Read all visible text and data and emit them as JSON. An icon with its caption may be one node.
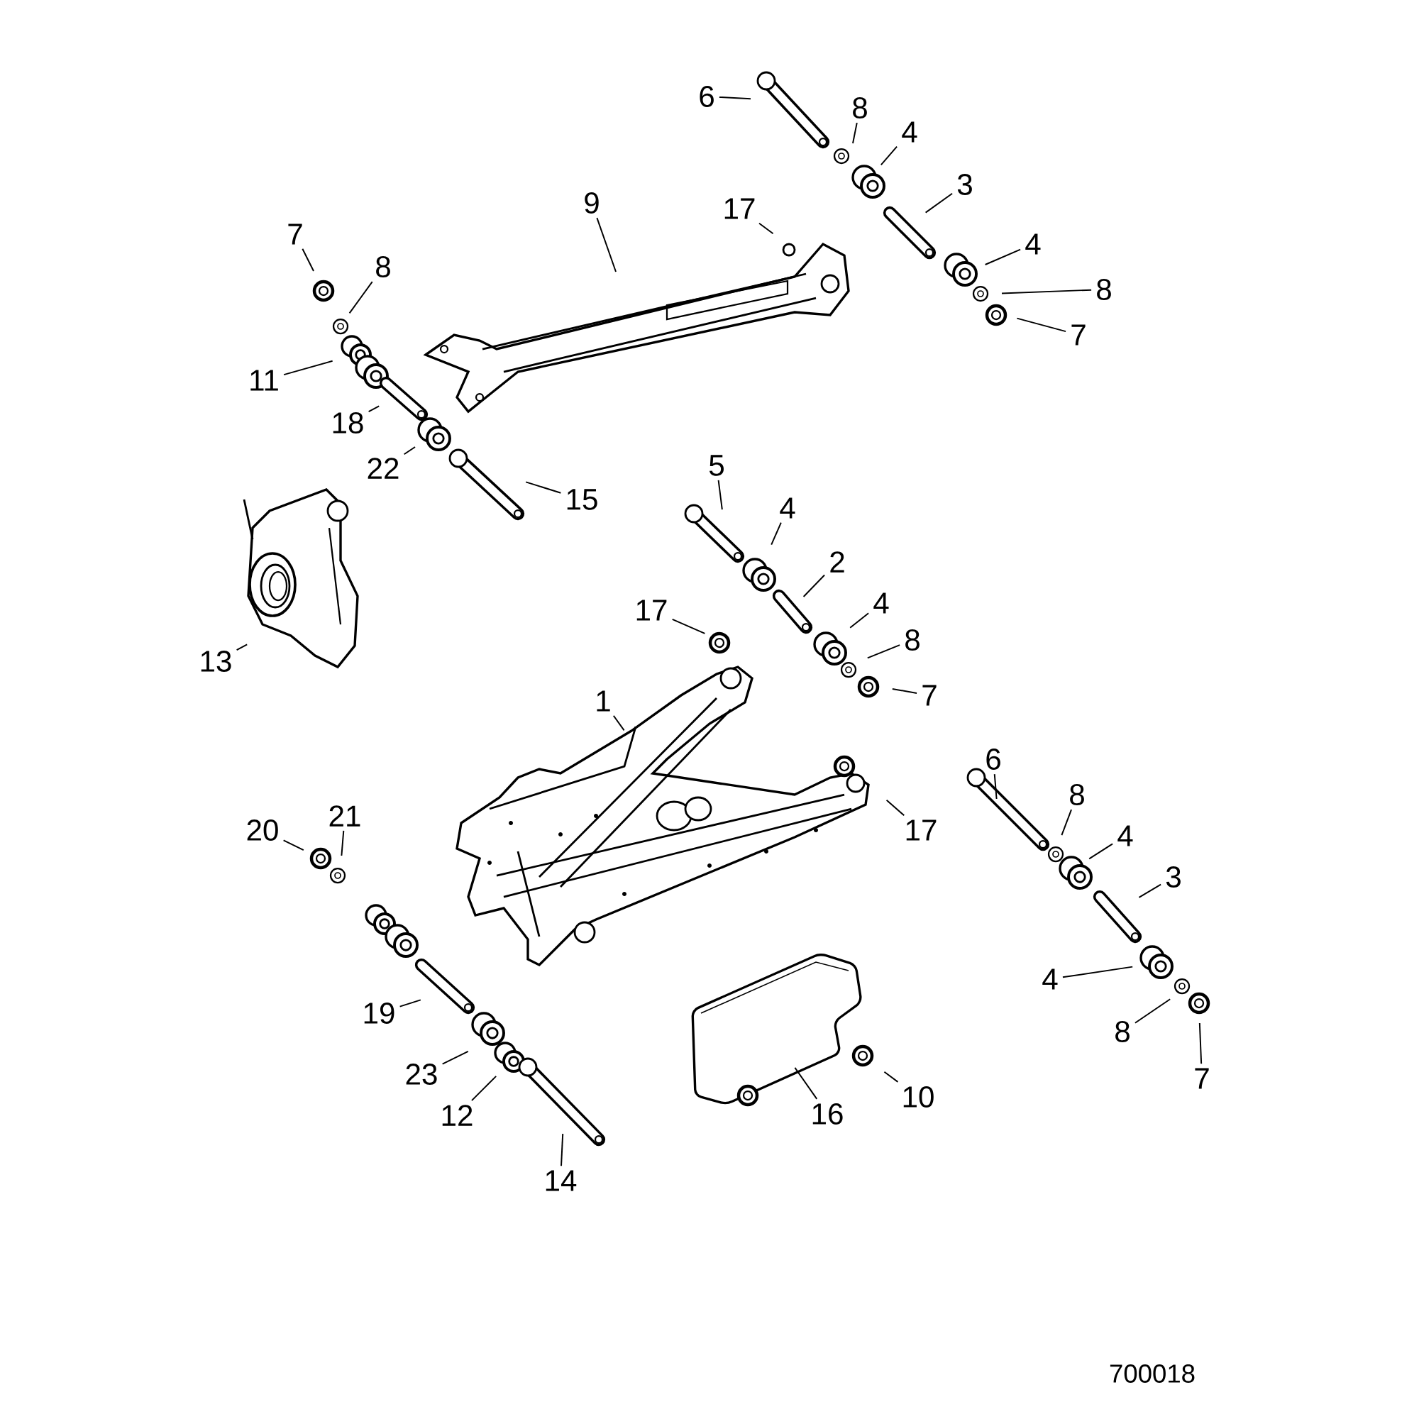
{
  "diagram": {
    "nodes": [
      {
        "text": [
          "6"
        ]
      },
      {
        "text": [
          "8"
        ]
      },
      {
        "text": [
          "4"
        ]
      },
      {
        "text": [
          "3"
        ]
      },
      {
        "text": [
          "4"
        ]
      },
      {
        "text": [
          "8"
        ]
      },
      {
        "text": [
          "7"
        ]
      },
      {
        "text": [
          "17"
        ]
      },
      {
        "text": [
          "9"
        ]
      },
      {
        "text": [
          "7"
        ]
      },
      {
        "text": [
          "8"
        ]
      },
      {
        "text": [
          "11"
        ]
      },
      {
        "text": [
          "18"
        ]
      },
      {
        "text": [
          "22"
        ]
      },
      {
        "text": [
          "15"
        ]
      },
      {
        "text": [
          "5"
        ]
      },
      {
        "text": [
          "4"
        ]
      },
      {
        "text": [
          "2"
        ]
      },
      {
        "text": [
          "4"
        ]
      },
      {
        "text": [
          "8"
        ]
      },
      {
        "text": [
          "7"
        ]
      },
      {
        "text": [
          "17"
        ]
      },
      {
        "text": [
          "13"
        ]
      },
      {
        "text": [
          "1"
        ]
      },
      {
        "text": [
          "6"
        ]
      },
      {
        "text": [
          "8"
        ]
      },
      {
        "text": [
          "4"
        ]
      },
      {
        "text": [
          "17"
        ]
      },
      {
        "text": [
          "3"
        ]
      },
      {
        "text": [
          "4"
        ]
      },
      {
        "text": [
          "8"
        ]
      },
      {
        "text": [
          "7"
        ]
      },
      {
        "text": [
          "20"
        ]
      },
      {
        "text": [
          "21"
        ]
      },
      {
        "text": [
          "19"
        ]
      },
      {
        "text": [
          "23"
        ]
      },
      {
        "text": [
          "12"
        ]
      },
      {
        "text": [
          "14"
        ]
      },
      {
        "text": [
          "16"
        ]
      },
      {
        "text": [
          "10"
        ]
      }
    ],
    "edges": [
      {
        "from": 0,
        "to": null,
        "arrow": "none"
      },
      {
        "from": 1,
        "to": null,
        "arrow": "none"
      },
      {
        "from": 2,
        "to": null,
        "arrow": "none"
      },
      {
        "from": 3,
        "to": null,
        "arrow": "none"
      },
      {
        "from": 4,
        "to": null,
        "arrow": "none"
      },
      {
        "from": 5,
        "to": null,
        "arrow": "none"
      },
      {
        "from": 6,
        "to": null,
        "arrow": "none"
      },
      {
        "from": 7,
        "to": null,
        "arrow": "none"
      },
      {
        "from": 8,
        "to": null,
        "arrow": "none"
      },
      {
        "from": 9,
        "to": null,
        "arrow": "none"
      },
      {
        "from": 10,
        "to": null,
        "arrow": "none"
      },
      {
        "from": 11,
        "to": null,
        "arrow": "none"
      },
      {
        "from": 12,
        "to": null,
        "arrow": "none"
      },
      {
        "from": 13,
        "to": null,
        "arrow": "none"
      },
      {
        "from": 14,
        "to": null,
        "arrow": "none"
      },
      {
        "from": 15,
        "to": null,
        "arrow": "none"
      },
      {
        "from": 16,
        "to": null,
        "arrow": "none"
      },
      {
        "from": 17,
        "to": null,
        "arrow": "none"
      },
      {
        "from": 18,
        "to": null,
        "arrow": "none"
      },
      {
        "from": 19,
        "to": null,
        "arrow": "none"
      },
      {
        "from": 20,
        "to": null,
        "arrow": "none"
      },
      {
        "from": 21,
        "to": null,
        "arrow": "none"
      },
      {
        "from": 22,
        "to": null,
        "arrow": "none"
      },
      {
        "from": 23,
        "to": null,
        "arrow": "none"
      },
      {
        "from": 24,
        "to": null,
        "arrow": "none"
      },
      {
        "from": 25,
        "to": null,
        "arrow": "none"
      },
      {
        "from": 26,
        "to": null,
        "arrow": "none"
      },
      {
        "from": 27,
        "to": null,
        "arrow": "none"
      },
      {
        "from": 28,
        "to": null,
        "arrow": "none"
      },
      {
        "from": 29,
        "to": null,
        "arrow": "none"
      },
      {
        "from": 30,
        "to": null,
        "arrow": "none"
      },
      {
        "from": 31,
        "to": null,
        "arrow": "none"
      },
      {
        "from": 32,
        "to": null,
        "arrow": "none"
      },
      {
        "from": 33,
        "to": null,
        "arrow": "none"
      },
      {
        "from": 34,
        "to": null,
        "arrow": "none"
      },
      {
        "from": 35,
        "to": null,
        "arrow": "none"
      },
      {
        "from": 36,
        "to": null,
        "arrow": "none"
      },
      {
        "from": 37,
        "to": null,
        "arrow": "none"
      },
      {
        "from": 38,
        "to": null,
        "arrow": "none"
      },
      {
        "from": 39,
        "to": null,
        "arrow": "none"
      }
    ],
    "labels": [
      "700018"
    ]
  }
}
